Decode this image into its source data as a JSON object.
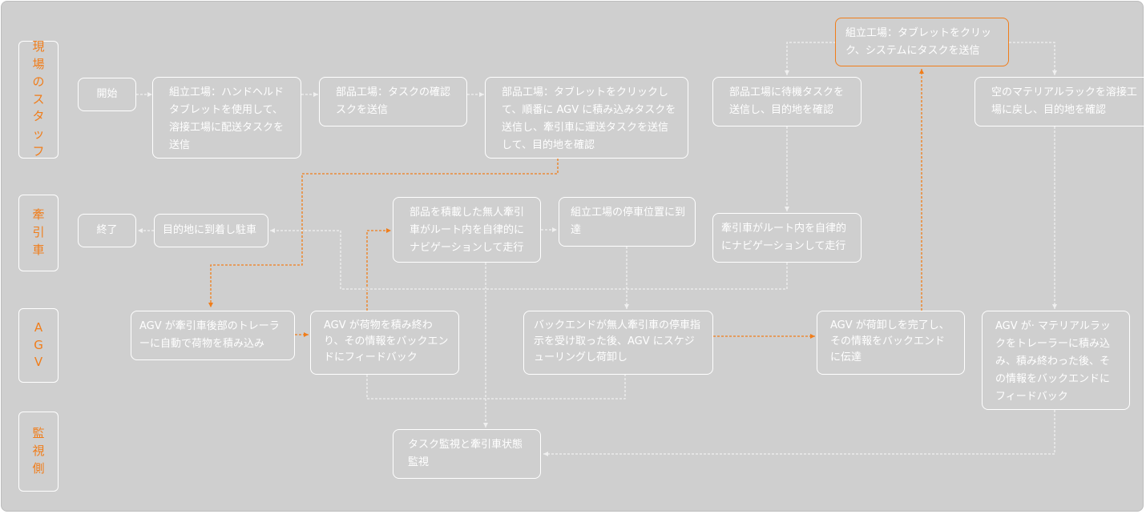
{
  "colors": {
    "background": "#cfcfcf",
    "box_border": "#ffffff",
    "text": "#ffffff",
    "lane_text": "#f07d1a",
    "highlight_arrow": "#f07d1a",
    "neutral_arrow": "#f0f0f0"
  },
  "lanes": {
    "staff": "現場のスタッフ",
    "tractor": "牽引車",
    "agv": "AGV",
    "monitor": "監視側"
  },
  "nodes": {
    "start": "開始",
    "assembly_handheld": "組立工場：ハンドヘルドタブレットを使用して、溶接工場に配送タスクを送信",
    "parts_confirm": "部品工場：タスクの確認スクを送信",
    "parts_tablet": "部品工場：タブレットをクリックして、順番に AGV に積み込みタスクを送信し、牽引車に運送タスクを送信して、目的地を確認",
    "assembly_tablet": "組立工場：タブレットをクリック、システムにタスクを送信",
    "parts_waiting": "部品工場に待機タスクを送信し、目的地を確認",
    "empty_rack": "空のマテリアルラックを溶接工場に戻し、目的地を確認",
    "end": "終了",
    "arrive_park": "目的地に到着し駐車",
    "loaded_nav": "部品を積載した無人牽引車がルート内を自律的にナビゲーションして走行",
    "arrive_assembly": "組立工場の停車位置に到達",
    "tractor_nav": "牽引車がルート内を自律的にナビゲーションして走行",
    "agv_load": "AGV が牽引車後部のトレーラーに自動で荷物を積み込み",
    "agv_loaded_feedback": "AGV が荷物を積み終わり、その情報をバックエンドにフィードバック",
    "backend_stop": "バックエンドが無人牽引車の停車指示を受け取った後、AGV にスケジューリングし荷卸し",
    "agv_unload_done": "AGV が荷卸しを完了し、その情報をバックエンドに伝達",
    "agv_rack_feedback": "AGV が· マテリアルラックをトレーラーに積み込み、積み終わった後、その情報をバックエンドにフィードバック",
    "monitor_task": "タスク監視と牽引車状態監視"
  }
}
